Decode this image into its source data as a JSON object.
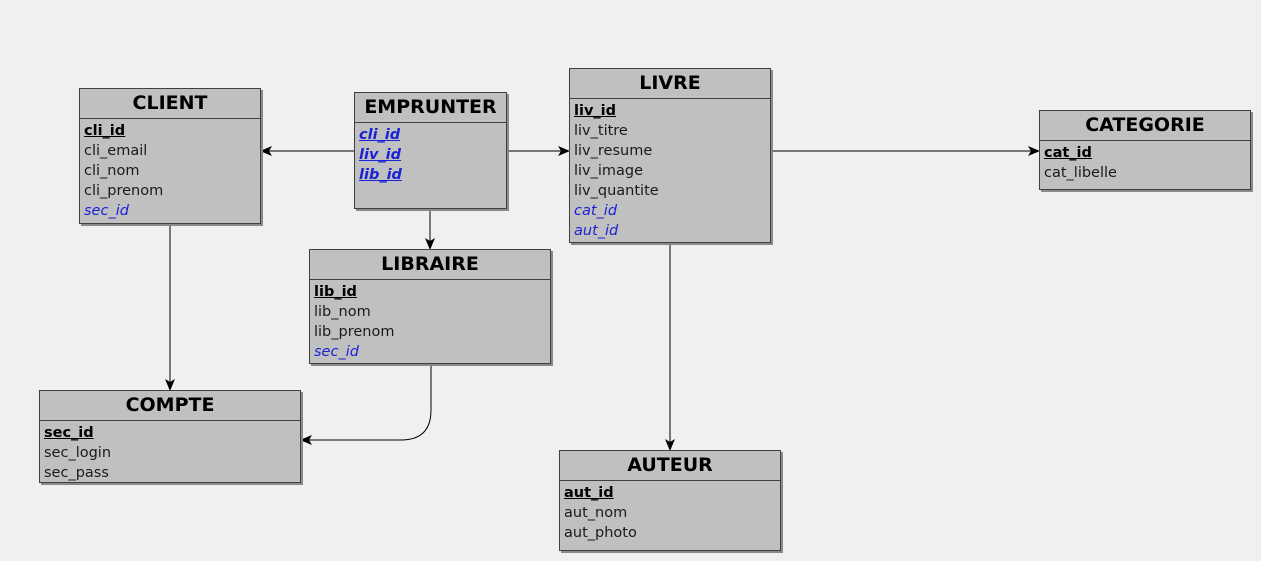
{
  "colors": {
    "background": "#f0f0f0",
    "entity_fill": "#c0c0c0",
    "foreign_key": "#1a22d6",
    "line": "#000000"
  },
  "entities": {
    "client": {
      "name": "CLIENT",
      "fields": [
        "cli_id",
        "cli_email",
        "cli_nom",
        "cli_prenom",
        "sec_id"
      ]
    },
    "emprunter": {
      "name": "EMPRUNTER",
      "fields": [
        "cli_id",
        "liv_id",
        "lib_id"
      ]
    },
    "livre": {
      "name": "LIVRE",
      "fields": [
        "liv_id",
        "liv_titre",
        "liv_resume",
        "liv_image",
        "liv_quantite",
        "cat_id",
        "aut_id"
      ]
    },
    "categorie": {
      "name": "CATEGORIE",
      "fields": [
        "cat_id",
        "cat_libelle"
      ]
    },
    "libraire": {
      "name": "LIBRAIRE",
      "fields": [
        "lib_id",
        "lib_nom",
        "lib_prenom",
        "sec_id"
      ]
    },
    "compte": {
      "name": "COMPTE",
      "fields": [
        "sec_id",
        "sec_login",
        "sec_pass"
      ]
    },
    "auteur": {
      "name": "AUTEUR",
      "fields": [
        "aut_id",
        "aut_nom",
        "aut_photo"
      ]
    }
  },
  "relations": [
    {
      "from": "EMPRUNTER",
      "to": "CLIENT"
    },
    {
      "from": "EMPRUNTER",
      "to": "LIVRE"
    },
    {
      "from": "EMPRUNTER",
      "to": "LIBRAIRE"
    },
    {
      "from": "LIVRE",
      "to": "CATEGORIE"
    },
    {
      "from": "LIVRE",
      "to": "AUTEUR"
    },
    {
      "from": "CLIENT",
      "to": "COMPTE"
    },
    {
      "from": "LIBRAIRE",
      "to": "COMPTE"
    }
  ]
}
